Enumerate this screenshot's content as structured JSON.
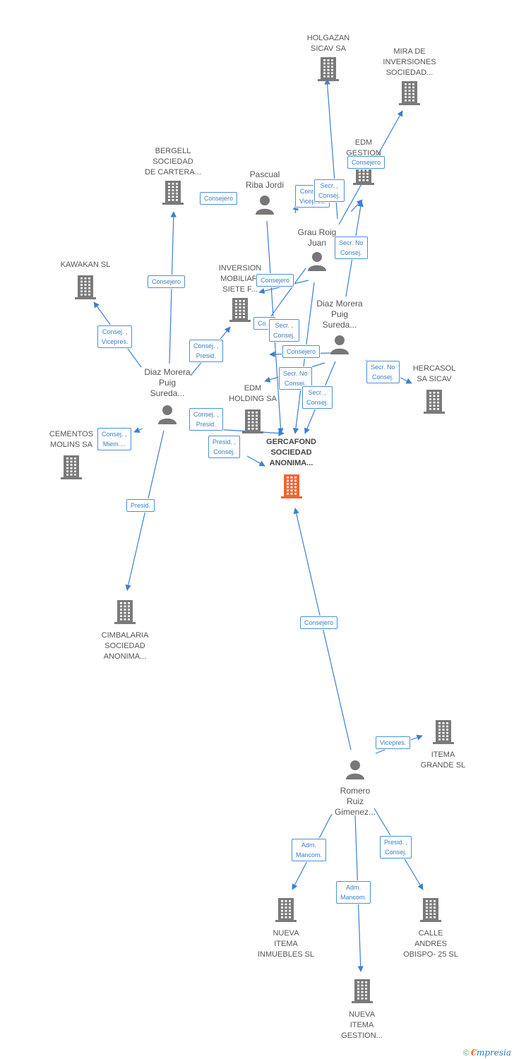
{
  "colors": {
    "edge": "#3a7fd5",
    "company": "#7a7a7a",
    "company_focus": "#f26532",
    "person": "#777777"
  },
  "nodes": {
    "holgazan": {
      "label": "HOLGAZAN\nSICAV SA"
    },
    "mira": {
      "label": "MIRA DE\nINVERSIONES\nSOCIEDAD..."
    },
    "edm_gestion": {
      "label": "EDM\nGESTION\nS..."
    },
    "bergell": {
      "label": "BERGELL\nSOCIEDAD\nDE CARTERA..."
    },
    "pascual": {
      "label": "Pascual\nRiba Jordi"
    },
    "grau": {
      "label": "Grau Roig\nJuan"
    },
    "kawakan": {
      "label": "KAWAKAN SL"
    },
    "inversion": {
      "label": "INVERSION\nMOBILIARI\nSIETE F..."
    },
    "diaz_right": {
      "label": "Diaz Morera\nPuig\nSureda..."
    },
    "hercasol": {
      "label": "HERCASOL\nSA SICAV"
    },
    "diaz_left": {
      "label": "Diaz Morera\nPuig\nSureda..."
    },
    "edm_holding": {
      "label": "EDM\nHOLDING SA"
    },
    "cementos": {
      "label": "CEMENTOS\nMOLINS SA"
    },
    "gercafond": {
      "label": "GERCAFOND\nSOCIEDAD\nANONIMA..."
    },
    "cimbalaria": {
      "label": "CIMBALARIA\nSOCIEDAD\nANONIMA..."
    },
    "itema": {
      "label": "ITEMA\nGRANDE SL"
    },
    "romero": {
      "label": "Romero\nRuiz\nGimenez..."
    },
    "nueva_inm": {
      "label": "NUEVA\nITEMA\nINMUEBLES SL"
    },
    "calle": {
      "label": "CALLE\nANDRES\nOBISPO- 25 SL"
    },
    "nueva_gest": {
      "label": "NUEVA\nITEMA\nGESTION..."
    }
  },
  "edges": [
    {
      "label": "Consejero"
    },
    {
      "label": "Consejero"
    },
    {
      "label": "Consej. ,\nVicepres."
    },
    {
      "label": "Secr. ,\nConsej."
    },
    {
      "label": "Consejero"
    },
    {
      "label": "Secr. No\nConsej."
    },
    {
      "label": "Consejero"
    },
    {
      "label": "Consej. ,\nVicepres."
    },
    {
      "label": "Consej. ,\nPresid."
    },
    {
      "label": "Co..."
    },
    {
      "label": "Secr. ,\nConsej."
    },
    {
      "label": "Consejero"
    },
    {
      "label": "Secr. No\nConsej."
    },
    {
      "label": "Secr. No\nConsej."
    },
    {
      "label": "Secr. ,\nConsej."
    },
    {
      "label": "Consej. ,\nMiem...."
    },
    {
      "label": "Consej. ,\nPresid."
    },
    {
      "label": "Presid. ,\nConsej."
    },
    {
      "label": "Presid."
    },
    {
      "label": "Consejero"
    },
    {
      "label": "Vicepres."
    },
    {
      "label": "Adm.\nMancom."
    },
    {
      "label": "Presid. ,\nConsej."
    },
    {
      "label": "Adm.\nMancom."
    }
  ],
  "footer": {
    "copyright": "©",
    "brand_e": "€",
    "brand_rest": "mpresia"
  }
}
